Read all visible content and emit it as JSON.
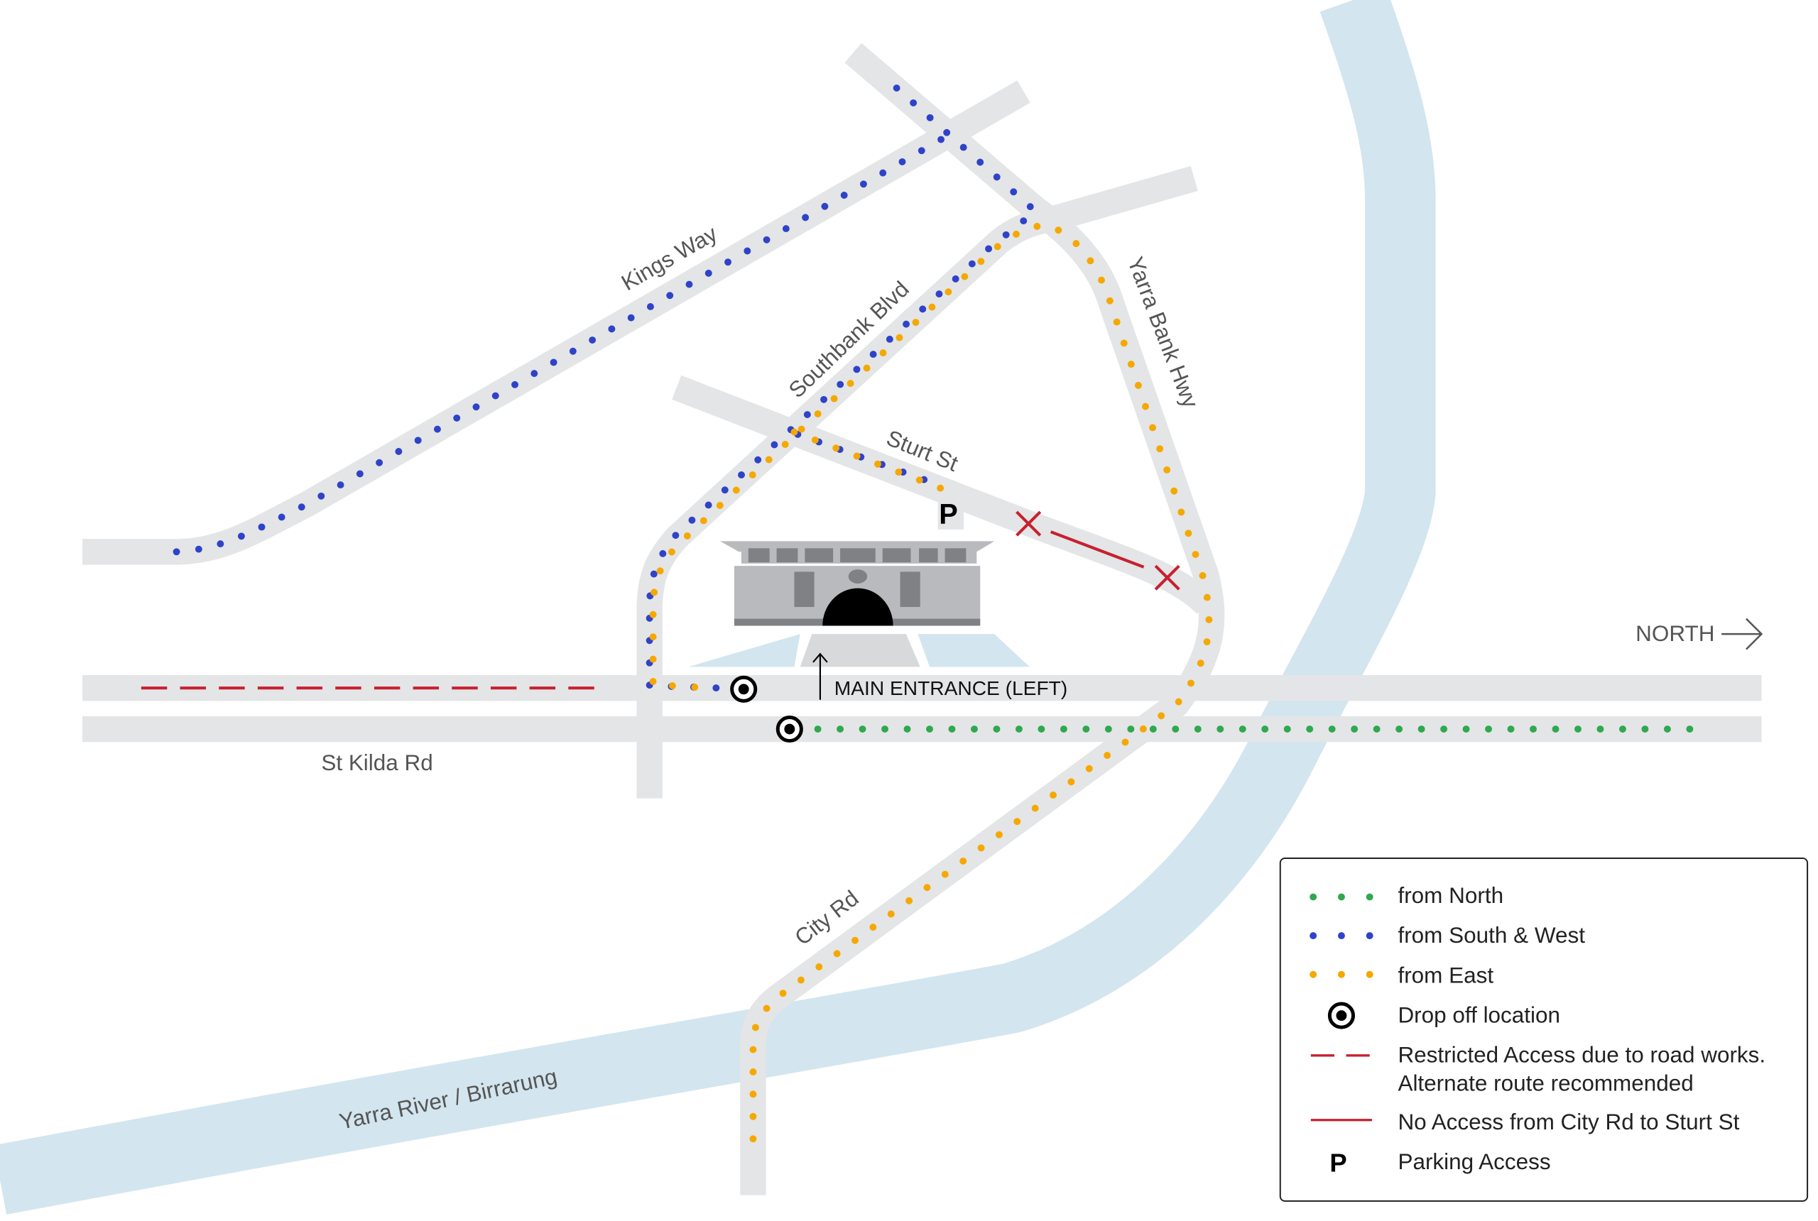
{
  "colors": {
    "north": "#2fa84f",
    "south_west": "#2f43c8",
    "east": "#f5a800",
    "restricted": "#c8202f",
    "road": "#e4e5e7",
    "river": "#d3e5ee"
  },
  "labels": {
    "kings_way": "Kings Way",
    "southbank_blvd": "Southbank Blvd",
    "yarra_bank_hwy": "Yarra Bank Hwy",
    "sturt_st": "Sturt St",
    "st_kilda_rd": "St Kilda Rd",
    "city_rd": "City Rd",
    "river": "Yarra River / Birrarung",
    "main_entrance": "MAIN ENTRANCE (LEFT)",
    "north": "NORTH",
    "parking_marker": "P"
  },
  "legend": [
    {
      "icon": "green-dots",
      "text": "from North"
    },
    {
      "icon": "blue-dots",
      "text": "from South & West"
    },
    {
      "icon": "orange-dots",
      "text": "from East"
    },
    {
      "icon": "drop-off-target",
      "text": "Drop off location"
    },
    {
      "icon": "red-dashed-line",
      "text": "Restricted Access due to road works.",
      "text2": "Alternate route recommended"
    },
    {
      "icon": "red-solid-line",
      "text": "No Access from City Rd to Sturt St"
    },
    {
      "icon": "parking-p",
      "text": "Parking Access",
      "glyph": "P"
    }
  ]
}
